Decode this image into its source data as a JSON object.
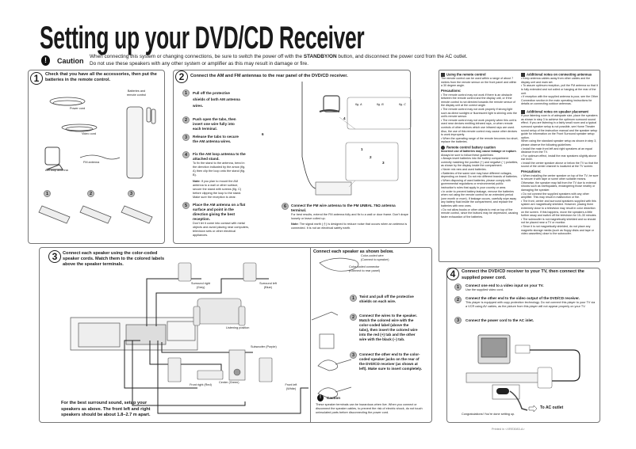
{
  "title": "Setting up your DVD/CD Receiver",
  "caution": {
    "label": "Caution",
    "line1_a": "When connecting this system or changing connections, be sure to switch the power off with the ",
    "line1_bold": "STANDBY/ON",
    "line1_b": " button, and disconnect the power cord from the AC outlet.",
    "line2": "Do not use these speakers with any other system or amplifier as this may result in damage or fire."
  },
  "step1": {
    "num": "1",
    "heading": "Check that you have all the accessories, then put the batteries in the remote control.",
    "items": {
      "power_cord": "Power cord",
      "batteries": "Batteries and remote control",
      "video_cord": "Video cord",
      "fm_antenna": "FM antenna",
      "am_antenna": "AM loop antenna"
    },
    "substeps": [
      "1",
      "2",
      "3"
    ]
  },
  "step2": {
    "num": "2",
    "heading": "Connect the AM and FM antennas to the rear panel of the DVD/CD receiver.",
    "sub": [
      {
        "n": "1",
        "title": "Pull off the protective shields of both AM antenna wires.",
        "body": ""
      },
      {
        "n": "2",
        "title": "Push open the tabs, then insert one wire fully into each terminal.",
        "body": ""
      },
      {
        "n": "3",
        "title": "Release the tabs to secure the AM antenna wires.",
        "body": ""
      },
      {
        "n": "4",
        "title": "Fix the AM loop antenna to the attached stand.",
        "body": "To fix the stand to the antenna, bend in the direction indicated by the arrow (fig. A) then clip the loop onto the stand (fig. B).",
        "note_label": "Note:",
        "note": " If you plan to mount the AM antenna to a wall or other surface, secure the stand with screws (fig. C) before clipping the loop to the stand. Make sure the reception is clear."
      },
      {
        "n": "5",
        "title": "Place the AM antenna on a flat surface and point in the direction giving the best reception.",
        "body": "Don't let it come into contact with metal objects and avoid placing near computers, television sets or other electrical appliances."
      },
      {
        "n": "6",
        "title": "Connect the FM wire antenna to the FM UNBAL 75Ω antenna terminal.",
        "body": "For best results, extend the FM antenna fully and fix to a wall or door frame. Don't drape loosely or leave coiled up.",
        "note_label": "Note:",
        "note": " The signal earth (⏚) is designed to reduce noise that occurs when an antenna is connected. It is not an electrical safety earth."
      }
    ],
    "figs": [
      "fig. A",
      "fig. B",
      "fig. C"
    ],
    "callouts": [
      "4",
      "6",
      "1",
      "2",
      "3"
    ]
  },
  "notes": {
    "remote": {
      "heading": "Using the remote control",
      "intro": "The remote control can be used within a range of about 7 meters from the remote sensor on the front panel and within a 30 degree angle.",
      "prec": "Precautions:",
      "bullets": [
        "The remote control may not work if there is an obstacle between the remote control and the display unit, or if the remote control is not directed towards the remote sensor of the display unit at the correct angle.",
        "The remote control may not work properly if strong light such as direct sunlight or fluorescent light is shining onto the unit's remote sensor.",
        "The remote control may not work properly when this unit is used near devices emitting infrared rays, or when remote controls of other devices which use infrared rays are used. Also, the use of this remote control may cause other devices to work improperly.",
        "When the operating range of the remote becomes too short, replace the batteries."
      ]
    },
    "battery": {
      "heading": "Remote control battery caution",
      "sub": "Incorrect use of batteries may cause leakage or rupture.",
      "intro": "Always be sure to follow these guidelines:",
      "bullets": [
        "Always insert batteries into the battery compartment correctly matching the positive (+) and negative (−) polarities, as shown by the display inside the compartment.",
        "Never mix new and used batteries.",
        "Batteries of the same size may have different voltages, depending on brand. Do not mix different brands of batteries.",
        "When disposing of used batteries, please comply with governmental regulations or environmental public instruction's rules that apply in your country or area.",
        "In order to prevent battery leakage, remove the batteries when not using the remote control for an extended period (one month or more). If leakage occurs, carefully wipe away any battery fluid inside the compartment, and replace the batteries with new ones.",
        "Do not allow books or other objects to rest on top of the remote control, since the buttons may be depressed, causing faster exhaustion of the batteries."
      ]
    },
    "antennas": {
      "heading": "Additional notes on connecting antennas",
      "bullets": [
        "Keep antenna cables away from other cables and the display unit and main set.",
        "To assure optimum reception, pull the FM antenna so that it is fully extended and not coiled or hanging at the rear of the unit.",
        "If reception with the supplied antenna is poor, see the Other Connection section in the main operating instructions for details on connecting outdoor antennas."
      ]
    },
    "speakers": {
      "heading": "Additional notes on speaker placement",
      "intro": "If your listening room is of adequate size, place the speakers as shown in step 3 to achieve the optimum surround sound effect. If you are listening in a fairly small room and a typical surround speaker setup is not possible, see Home Theater sound setup of the instruction manual and the speaker setup guide for information on the Front Surround speaker setup option.",
      "intro2": "When using the standard speaker setup as shown in step 3, please observe the following guidelines:",
      "bullets": [
        "Install the main front left and right speakers at an equal distance from the TV.",
        "For optimum effect, install the rear speakers slightly above ear level.",
        "Install the center speaker above or below the TV so that the sound of the center channel is localized at the TV screen."
      ],
      "prec": "Precautions:",
      "prec_bullets": [
        "When installing the center speaker on top of the TV, be sure to secure it with tape or some other suitable means. Otherwise, the speaker may fall from the TV due to external shocks such as earthquakes, endangering those nearby or damaging the speaker.",
        "Do not connect the supplied speakers with any other amplifier. This may result in malfunction or fire.",
        "The front, center and surround speakers supplied with this system are magnetically shielded. However, placing them extremely close to a television may result in color distortion on the screen. If this happens, move the speakers a little further away and switch off the television for 15–30 minutes.",
        "The subwoofer is not magnetically shielded and so should not be placed near a TV or monitor.",
        "Since it is not magnetically shielded, do not place any magnetic storage media (such as floppy disks and tape or video cassettes) close to the subwoofer."
      ]
    }
  },
  "step3": {
    "num": "3",
    "heading": "Connect each speaker using the color-coded speaker cords. Match them to the colored labels above the speaker terminals.",
    "speakers": {
      "surround_right": "Surround right (Grey)",
      "surround_left": "Surround left (Blue)",
      "listening": "Listening position",
      "subwoofer": "Subwoofer (Purple)",
      "front_right": "Front right (Red)",
      "center": "Center (Green)",
      "front_left": "Front left (White)"
    },
    "footer": "For the best surround sound, setup your speakers as above. The front left and right speakers should be about 1.8–2.7 m apart.",
    "wire": {
      "heading": "Connect each speaker as shown below.",
      "wire_label": "Color-coded wire (Connect to speaker)",
      "connector_label": "Color-coded connector (Connect to rear panel)",
      "sub": [
        {
          "n": "1",
          "text": "Twist and pull off the protective shields on each wire."
        },
        {
          "n": "2",
          "text": "Connect the wires to the speaker. Match the colored wire with the color-coded label (above the tabs), then insert the colored wire into the red (+) tab and the other wire with the black (−) tab."
        },
        {
          "n": "3",
          "text": "Connect the other end to the color-coded speaker jacks on the rear of the DVD/CD receiver (as shown at left). Make sure to insert completely."
        }
      ],
      "caution_label": "Caution",
      "caution_text": "These speaker terminals can be hazardous when live. When you connect or disconnect the speaker cables, to prevent the risk of electric shock, do not touch uninsulated parts before disconnecting the power cord."
    }
  },
  "step4": {
    "num": "4",
    "heading": "Connect the DVD/CD receiver to your TV, then connect the supplied power cord.",
    "sub": [
      {
        "n": "1",
        "title": "Connect one end to a video input on your TV.",
        "body": "Use the supplied video cord."
      },
      {
        "n": "2",
        "title": "Connect the other end to the video output of the DVD/CD receiver.",
        "body": "This player is equipped with copy protection technology. Do not connect this player to your TV via a VCR using AV cables, as the picture from this player will not appear properly on your TV."
      },
      {
        "n": "3",
        "title": "Connect the power cord to the AC inlet.",
        "body": ""
      }
    ],
    "ac_outlet": "To AC outlet",
    "congrats": "Congratulations! You're done setting up."
  },
  "printed": "Printed in <XRE3083-A>"
}
